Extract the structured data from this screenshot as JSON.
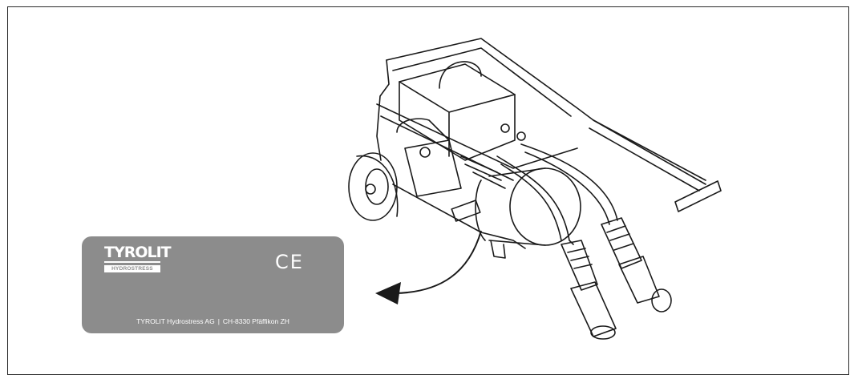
{
  "plate": {
    "logo_brand": "TYROLIT",
    "logo_sub": "HYDROSTRESS",
    "ce_mark": "CE",
    "company": "TYROLIT Hydrostress AG",
    "separator": "|",
    "address": "CH-8330 Pfäffikon ZH",
    "background_color": "#8c8c8c"
  }
}
